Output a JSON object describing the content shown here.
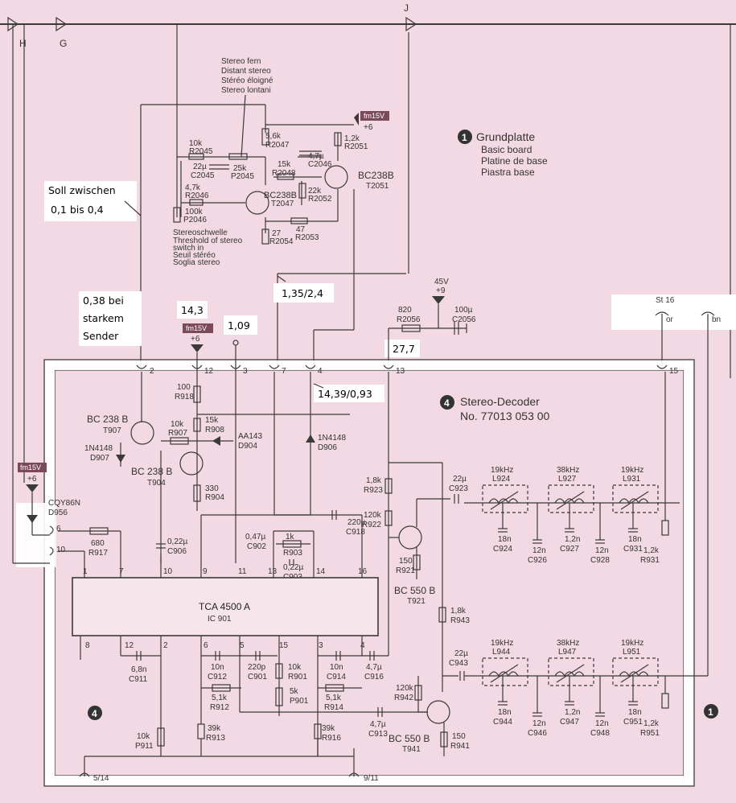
{
  "connectors": {
    "h": "H",
    "g": "G",
    "j": "J"
  },
  "notes": {
    "soll1": "Soll zwischen",
    "soll2": "0,1 bis 0,4",
    "bei1": "0,38 bei",
    "bei2": "starkem",
    "bei3": "Sender",
    "v143": "14,3",
    "v109": "1,09",
    "v135": "1,35/2,4",
    "v277": "27,7",
    "v1439": "14,39/0,93"
  },
  "stereo_fern": [
    "Stereo fern",
    "Distant stereo",
    "Stéréo éloigné",
    "Stereo lontani"
  ],
  "stereoschwelle": [
    "Stereoschwelle",
    "Threshold of stereo",
    "switch in",
    "Seuil stéréo",
    "Soglia stereo"
  ],
  "grundplatte": {
    "num": "1",
    "lines": [
      "Grundplatte",
      "Basic board",
      "Platine de base",
      "Piastra base"
    ]
  },
  "decoder": {
    "num": "4",
    "title": "Stereo-Decoder",
    "part": "No. 77013 053 00"
  },
  "ic": {
    "name": "TCA 4500 A",
    "ref": "IC 901"
  },
  "rails": {
    "fm15v": "fm15V",
    "p6": "+6",
    "v45": "45V",
    "p9": "+9"
  },
  "st16": {
    "label": "St 16",
    "or": "or",
    "bn": "bn"
  },
  "corner4": "4",
  "corner1": "1",
  "upper_parts": [
    {
      "v": "10k",
      "r": "R2045"
    },
    {
      "v": "22µ",
      "r": "C2045"
    },
    {
      "v": "25k",
      "r": "P2045"
    },
    {
      "v": "4,7k",
      "r": "R2046"
    },
    {
      "v": "100k",
      "r": "P2046"
    },
    {
      "v": "5,6k",
      "r": "R2047"
    },
    {
      "v": "15k",
      "r": "R2048"
    },
    {
      "v": "4,7µ",
      "r": "C2046"
    },
    {
      "v": "1,2k",
      "r": "R2051"
    },
    {
      "v": "22k",
      "r": "R2052"
    },
    {
      "v": "47",
      "r": "R2053"
    },
    {
      "v": "27",
      "r": "R2054"
    },
    {
      "v": "820",
      "r": "R2056"
    },
    {
      "v": "100µ",
      "r": "C2056"
    }
  ],
  "transistors": {
    "t2047": {
      "type": "BC238B",
      "ref": "T2047"
    },
    "t2051": {
      "type": "BC238B",
      "ref": "T2051"
    },
    "t907": {
      "type": "BC 238 B",
      "ref": "T907"
    },
    "t904": {
      "type": "BC 238 B",
      "ref": "T904"
    },
    "t921": {
      "type": "BC 550 B",
      "ref": "T921"
    },
    "t941": {
      "type": "BC 550 B",
      "ref": "T941"
    }
  },
  "diodes": {
    "d907": {
      "type": "1N4148",
      "ref": "D907"
    },
    "d904": {
      "type": "AA143",
      "ref": "D904"
    },
    "d906": {
      "type": "1N4148",
      "ref": "D906"
    },
    "d956": {
      "type": "CQY86N",
      "ref": "D956"
    }
  },
  "pins_top": [
    "2",
    "12",
    "3",
    "7",
    "4",
    "13",
    "15"
  ],
  "pins_ic_top": [
    "1",
    "7",
    "10",
    "9",
    "11",
    "13",
    "14",
    "16"
  ],
  "pins_ic_bot": [
    "8",
    "12",
    "2",
    "6",
    "5",
    "15",
    "3",
    "4"
  ],
  "pins_side": [
    "6",
    "10"
  ],
  "pins_bot": [
    "5/14",
    "9/11"
  ],
  "lower_parts": [
    {
      "v": "100",
      "r": "R918"
    },
    {
      "v": "15k",
      "r": "R908"
    },
    {
      "v": "10k",
      "r": "R907"
    },
    {
      "v": "330",
      "r": "R904"
    },
    {
      "v": "680",
      "r": "R917"
    },
    {
      "v": "0,22µ",
      "r": "C906"
    },
    {
      "v": "220µ",
      "r": "C918"
    },
    {
      "v": "1k",
      "r": "R903"
    },
    {
      "v": "0,47µ",
      "r": "C902"
    },
    {
      "v": "0,22µ",
      "r": "C903"
    },
    {
      "v": "1,8k",
      "r": "R923"
    },
    {
      "v": "120k",
      "r": "R922"
    },
    {
      "v": "150",
      "r": "R921"
    },
    {
      "v": "22µ",
      "r": "C923"
    },
    {
      "v": "1,8k",
      "r": "R943"
    },
    {
      "v": "22µ",
      "r": "C943"
    },
    {
      "v": "120k",
      "r": "R942"
    },
    {
      "v": "150",
      "r": "R941"
    },
    {
      "v": "6,8n",
      "r": "C911"
    },
    {
      "v": "10n",
      "r": "C912"
    },
    {
      "v": "220p",
      "r": "C901"
    },
    {
      "v": "10k",
      "r": "R901"
    },
    {
      "v": "10n",
      "r": "C914"
    },
    {
      "v": "4,7µ",
      "r": "C916"
    },
    {
      "v": "5,1k",
      "r": "R912"
    },
    {
      "v": "5k",
      "r": "P901"
    },
    {
      "v": "5,1k",
      "r": "R914"
    },
    {
      "v": "4,7µ",
      "r": "C913"
    },
    {
      "v": "10k",
      "r": "P911"
    },
    {
      "v": "39k",
      "r": "R913"
    },
    {
      "v": "39k",
      "r": "R916"
    }
  ],
  "filter_top": {
    "coils": [
      {
        "f": "19kHz",
        "r": "L924"
      },
      {
        "f": "38kHz",
        "r": "L927"
      },
      {
        "f": "19kHz",
        "r": "L931"
      }
    ],
    "caps": [
      {
        "v": "18n",
        "r": "C924"
      },
      {
        "v": "12n",
        "r": "C926"
      },
      {
        "v": "1,2n",
        "r": "C927"
      },
      {
        "v": "12n",
        "r": "C928"
      },
      {
        "v": "18n",
        "r": "C931"
      }
    ],
    "res": {
      "v": "1,2k",
      "r": "R931"
    }
  },
  "filter_bot": {
    "coils": [
      {
        "f": "19kHz",
        "r": "L944"
      },
      {
        "f": "38kHz",
        "r": "L947"
      },
      {
        "f": "19kHz",
        "r": "L951"
      }
    ],
    "caps": [
      {
        "v": "18n",
        "r": "C944"
      },
      {
        "v": "12n",
        "r": "C946"
      },
      {
        "v": "1,2n",
        "r": "C947"
      },
      {
        "v": "12n",
        "r": "C948"
      },
      {
        "v": "18n",
        "r": "C951"
      }
    ],
    "res": {
      "v": "1,2k",
      "r": "R951"
    }
  }
}
